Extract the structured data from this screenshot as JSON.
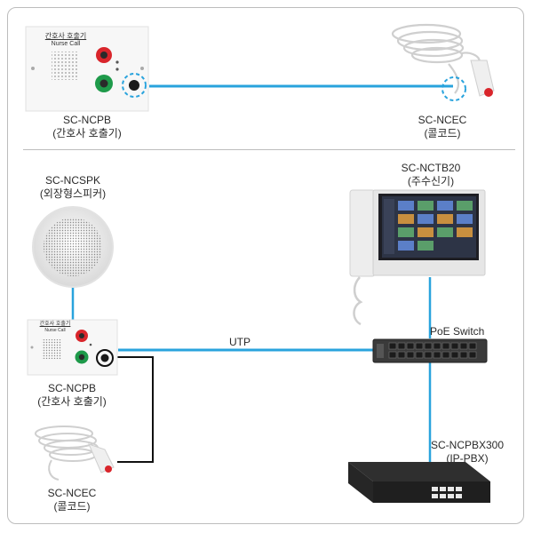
{
  "devices": {
    "top_panel": {
      "panel_title": "간호사 호출기",
      "panel_subtitle": "Nurse Call",
      "model": "SC-NCPB",
      "desc": "(간호사 호출기)"
    },
    "top_cord": {
      "model": "SC-NCEC",
      "desc": "(콜코드)"
    },
    "speaker": {
      "model": "SC-NCSPK",
      "desc": "(외장형스피커)"
    },
    "master": {
      "model": "SC-NCTB20",
      "desc": "(주수신기)"
    },
    "bottom_panel": {
      "panel_title": "간호사 호출기",
      "panel_subtitle": "Nurse Call",
      "model": "SC-NCPB",
      "desc": "(간호사 호출기)"
    },
    "bottom_cord": {
      "model": "SC-NCEC",
      "desc": "(콜코드)"
    },
    "switch": {
      "label": "PoE Switch"
    },
    "pbx": {
      "model": "SC-NCPBX300",
      "desc": "(IP-PBX)"
    }
  },
  "links": {
    "utp_label": "UTP"
  },
  "colors": {
    "link_blue": "#29a3dd",
    "frame_gray": "#bdbdbd",
    "call_red": "#d9252b",
    "call_green": "#1e9a4a"
  }
}
